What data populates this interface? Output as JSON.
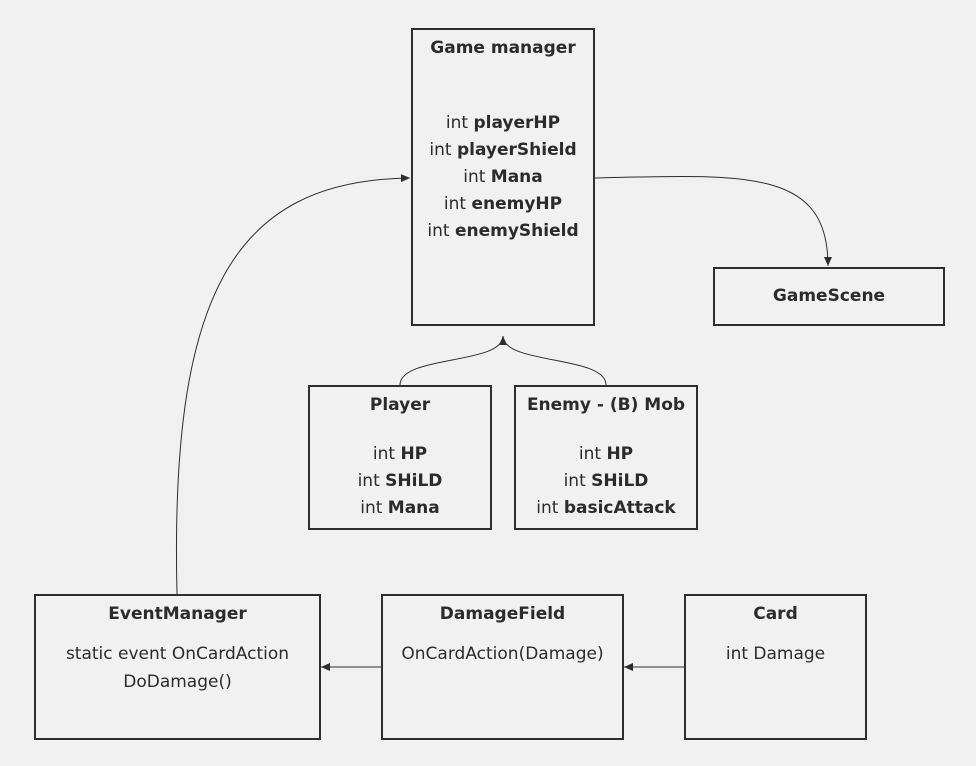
{
  "boxes": {
    "game_manager": {
      "title": "Game manager",
      "fields": [
        {
          "type": "int",
          "name": "playerHP"
        },
        {
          "type": "int",
          "name": "playerShield"
        },
        {
          "type": "int",
          "name": "Mana"
        },
        {
          "type": "int",
          "name": "enemyHP"
        },
        {
          "type": "int",
          "name": "enemyShield"
        }
      ]
    },
    "game_scene": {
      "title": "GameScene"
    },
    "player": {
      "title": "Player",
      "fields": [
        {
          "type": "int",
          "name": "HP"
        },
        {
          "type": "int",
          "name": "SHiLD"
        },
        {
          "type": "int",
          "name": "Mana"
        }
      ]
    },
    "enemy": {
      "title": "Enemy - (B) Mob",
      "fields": [
        {
          "type": "int",
          "name": "HP"
        },
        {
          "type": "int",
          "name": "SHiLD"
        },
        {
          "type": "int",
          "name": "basicAttack"
        }
      ]
    },
    "event_manager": {
      "title": "EventManager",
      "lines": [
        "static event OnCardAction",
        "DoDamage()"
      ]
    },
    "damage_field": {
      "title": "DamageField",
      "lines": [
        "OnCardAction(Damage)"
      ]
    },
    "card": {
      "title": "Card",
      "lines": [
        "int Damage"
      ]
    }
  },
  "colors": {
    "background": "#f1f1f1",
    "stroke": "#2e2e2e"
  }
}
